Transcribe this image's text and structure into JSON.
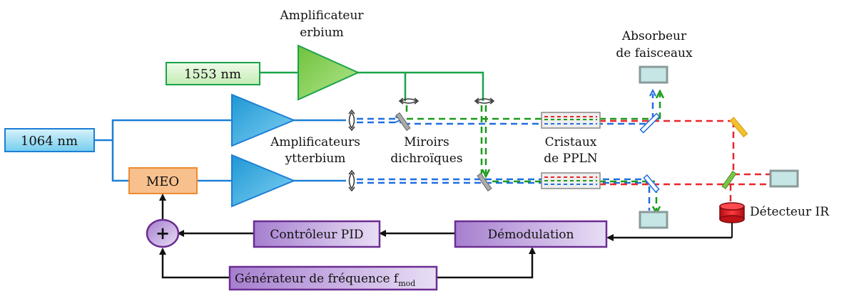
{
  "labels": {
    "amp_erbium_line1": "Amplificateur",
    "amp_erbium_line2": "erbium",
    "laser_1553": "1553 nm",
    "laser_1064": "1064 nm",
    "meo": "MEO",
    "amp_yb_line1": "Amplificateurs",
    "amp_yb_line2": "ytterbium",
    "mirrors_line1": "Miroirs",
    "mirrors_line2": "dichroïques",
    "crystals_line1": "Cristaux",
    "crystals_line2": "de PPLN",
    "absorber_line1": "Absorbeur",
    "absorber_line2": "de faisceaux",
    "detector": "Détecteur IR",
    "pid": "Contrôleur PID",
    "demod": "Démodulation",
    "generator": "Générateur de fréquence f",
    "generator_sub": "mod",
    "sum": "+"
  },
  "colors": {
    "green_laser": "#d7f5cf",
    "green_border": "#1aa34a",
    "blue_laser": "#a6e3f5",
    "blue_border": "#1c7fd6",
    "amp_green": "#8ed45a",
    "amp_blue": "#36aee0",
    "meo_fill": "#f8c08d",
    "meo_border": "#ef8a2e",
    "purple_fill": "#c9b3e3",
    "purple_border": "#6b2d92",
    "beam_blue": "#1f6fe0",
    "beam_green": "#1a9a1a",
    "beam_red": "#e8262a",
    "absorber_fill": "#c6e6e6",
    "absorber_border": "#8a9a9a",
    "detector_red": "#e0151b"
  },
  "icons": [
    "lens-icon",
    "mirror-icon",
    "detector-icon",
    "absorber-icon",
    "summing-junction-icon"
  ]
}
